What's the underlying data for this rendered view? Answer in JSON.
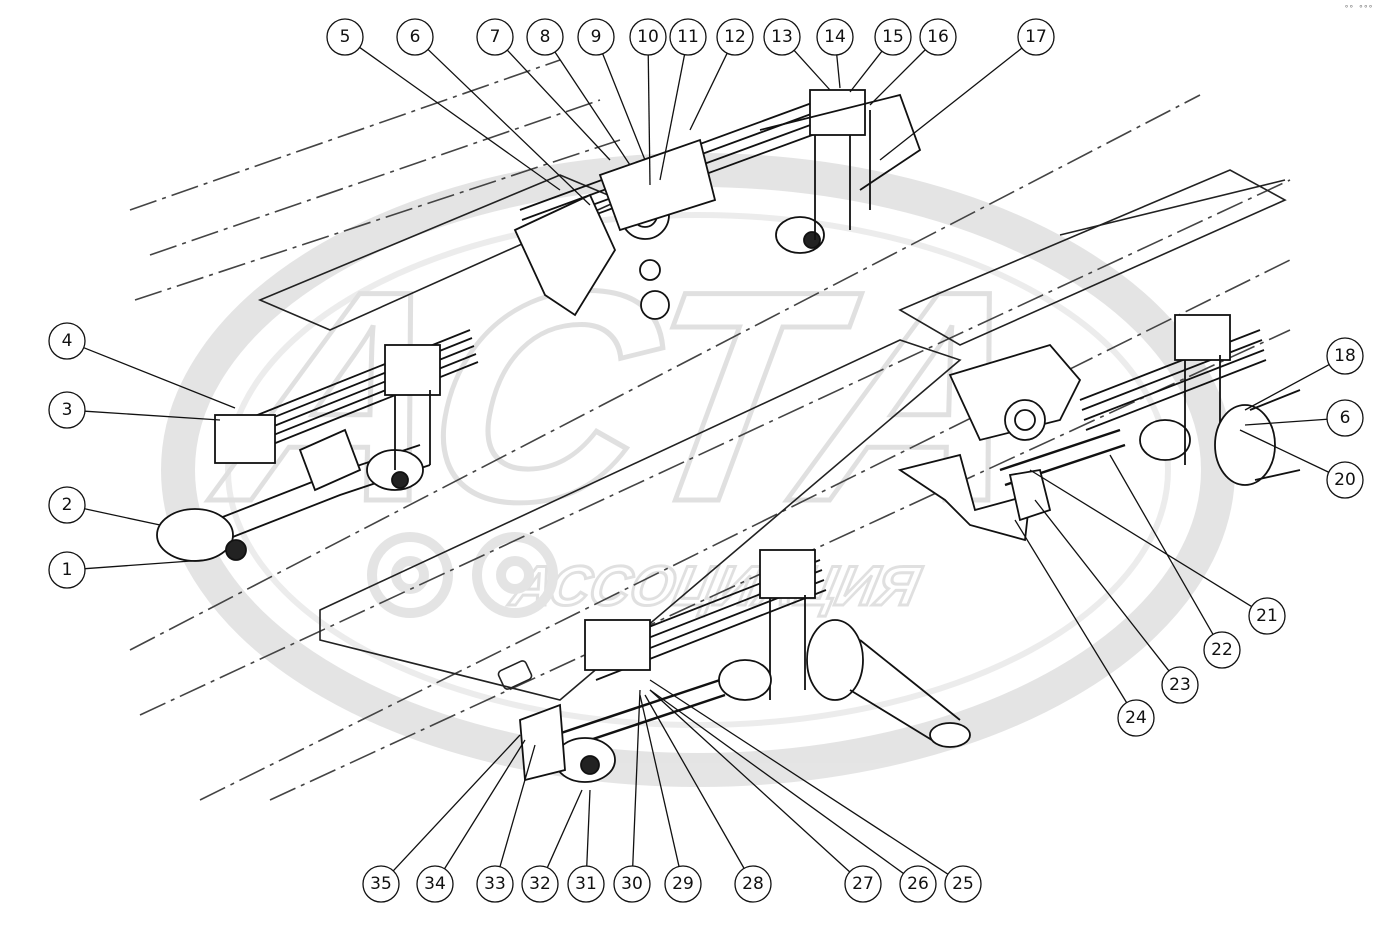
{
  "watermark": {
    "logo_text": "АСТА",
    "subtitle": "АССОЦИАЦИЯ"
  },
  "corner_mark": "°° °°°",
  "callouts": [
    {
      "label": "1"
    },
    {
      "label": "2"
    },
    {
      "label": "3"
    },
    {
      "label": "4"
    },
    {
      "label": "5"
    },
    {
      "label": "6"
    },
    {
      "label": "7"
    },
    {
      "label": "8"
    },
    {
      "label": "9"
    },
    {
      "label": "10"
    },
    {
      "label": "11"
    },
    {
      "label": "12"
    },
    {
      "label": "13"
    },
    {
      "label": "14"
    },
    {
      "label": "15"
    },
    {
      "label": "16"
    },
    {
      "label": "17"
    },
    {
      "label": "18"
    },
    {
      "label": "6"
    },
    {
      "label": "20"
    },
    {
      "label": "21"
    },
    {
      "label": "22"
    },
    {
      "label": "23"
    },
    {
      "label": "24"
    },
    {
      "label": "25"
    },
    {
      "label": "26"
    },
    {
      "label": "27"
    },
    {
      "label": "28"
    },
    {
      "label": "29"
    },
    {
      "label": "30"
    },
    {
      "label": "31"
    },
    {
      "label": "32"
    },
    {
      "label": "33"
    },
    {
      "label": "34"
    },
    {
      "label": "35"
    }
  ]
}
